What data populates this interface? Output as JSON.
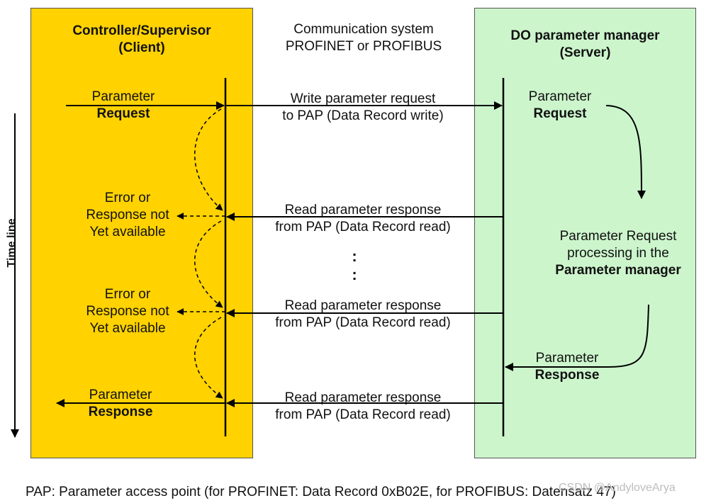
{
  "client": {
    "title_line1": "Controller/Supervisor",
    "title_line2": "(Client)",
    "request_label_plain": "Parameter",
    "request_label_bold": "Request",
    "error_lines": [
      "Error or",
      "Response not",
      "Yet available"
    ],
    "response_label_plain": "Parameter",
    "response_label_bold": "Response"
  },
  "communication": {
    "title_line1": "Communication system",
    "title_line2": "PROFINET or PROFIBUS",
    "write_line1": "Write parameter request",
    "write_line2": "to PAP (Data Record write)",
    "read_line1": "Read parameter response",
    "read_line2": "from PAP (Data Record read)",
    "ellipsis": ":"
  },
  "server": {
    "title_line1": "DO parameter manager",
    "title_line2": "(Server)",
    "request_label_plain": "Parameter",
    "request_label_bold": "Request",
    "processing_line1": "Parameter Request",
    "processing_line2": "processing in the",
    "processing_line3_bold": "Parameter manager",
    "response_label_plain": "Parameter",
    "response_label_bold": "Response"
  },
  "timeline_label": "Time line",
  "footnote": "PAP: Parameter access point (for PROFINET: Data Record 0xB02E, for PROFIBUS: Datensatz 47)",
  "watermark": "CSDN @AndyloveArya",
  "colors": {
    "client_bg": "#FFD200",
    "server_bg": "#CCF5CC",
    "line": "#000000"
  }
}
